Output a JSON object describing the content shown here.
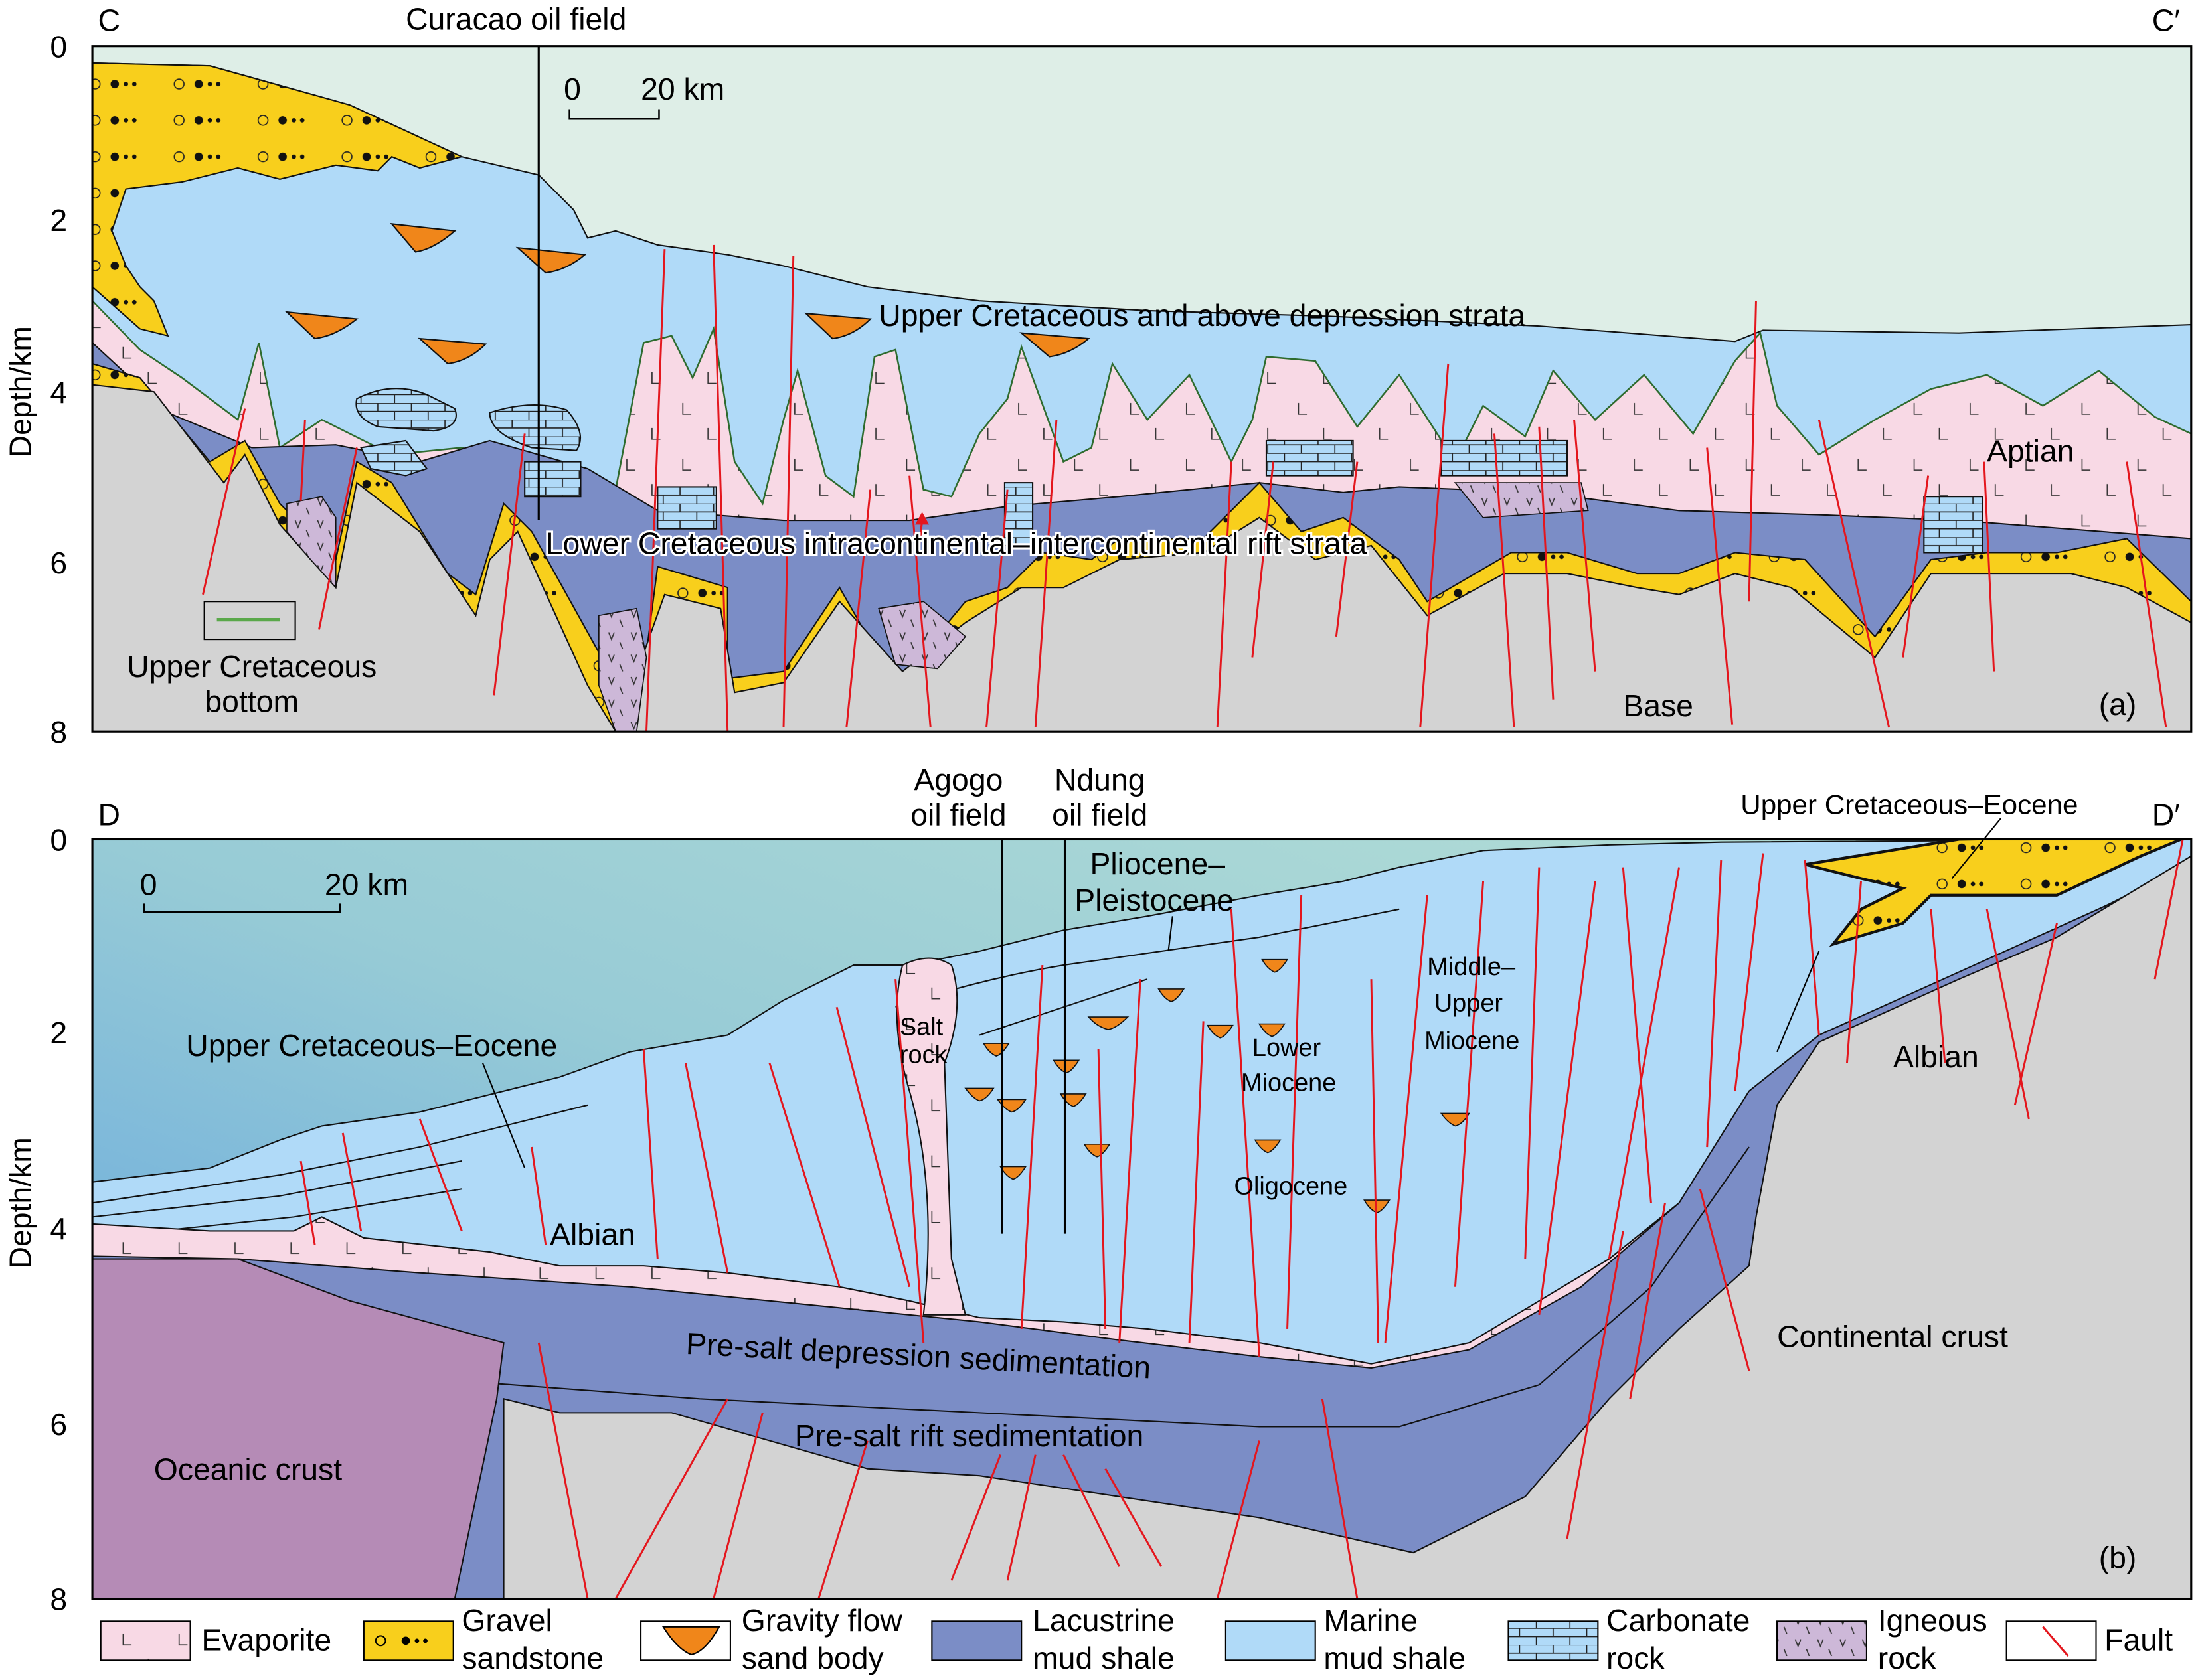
{
  "panel_a": {
    "left_label": "C",
    "right_label": "C′",
    "panel_tag": "(a)",
    "oil_field": "Curacao oil field",
    "scale_bar": {
      "start": "0",
      "end": "20 km"
    },
    "y_axis_label": "Depth/km",
    "y_ticks": [
      "0",
      "2",
      "4",
      "6",
      "8"
    ],
    "labels": {
      "upper": "Upper Cretaceous and above depression strata",
      "lower": "Lower Cretaceous intracontinental–intercontinental rift strata",
      "aptian": "Aptian",
      "base": "Base",
      "inset_legend": "Upper Cretaceous bottom"
    }
  },
  "panel_b": {
    "left_label": "D",
    "right_label": "D′",
    "panel_tag": "(b)",
    "oil_fields": [
      {
        "line1": "Agogo",
        "line2": "oil field"
      },
      {
        "line1": "Ndung",
        "line2": "oil field"
      }
    ],
    "scale_bar": {
      "start": "0",
      "end": "20 km"
    },
    "y_axis_label": "Depth/km",
    "y_ticks": [
      "0",
      "2",
      "4",
      "6",
      "8"
    ],
    "labels": {
      "uce_top": "Upper Cretaceous–Eocene",
      "uce_left": "Upper Cretaceous–Eocene",
      "plio": "Pliocene–",
      "pleist": "Pleistocene",
      "salt1": "Salt",
      "salt2": "rock",
      "lower_mio1": "Lower",
      "lower_mio2": "Miocene",
      "mid1": "Middle–",
      "mid2": "Upper",
      "mid3": "Miocene",
      "oligocene": "Oligocene",
      "albian_left": "Albian",
      "albian_right": "Albian",
      "presalt_dep": "Pre-salt depression sedimentation",
      "presalt_rift": "Pre-salt rift sedimentation",
      "oceanic": "Oceanic crust",
      "continental": "Continental crust"
    }
  },
  "legend": [
    {
      "line1": "Evaporite",
      "line2": "",
      "color": "#f8d9e5"
    },
    {
      "line1": "Gravel",
      "line2": "sandstone",
      "color": "#f8cf1c"
    },
    {
      "line1": "Gravity flow",
      "line2": "sand body",
      "color": "#f0861a"
    },
    {
      "line1": "Lacustrine",
      "line2": "mud shale",
      "color": "#7b8dc6"
    },
    {
      "line1": "Marine",
      "line2": "mud shale",
      "color": "#b0daf8"
    },
    {
      "line1": "Carbonate",
      "line2": "rock",
      "color": "#b0daf8"
    },
    {
      "line1": "Igneous",
      "line2": "rock",
      "color": "#cdb8d8"
    },
    {
      "line1": "Fault",
      "line2": "",
      "color": "#e4161d"
    }
  ]
}
